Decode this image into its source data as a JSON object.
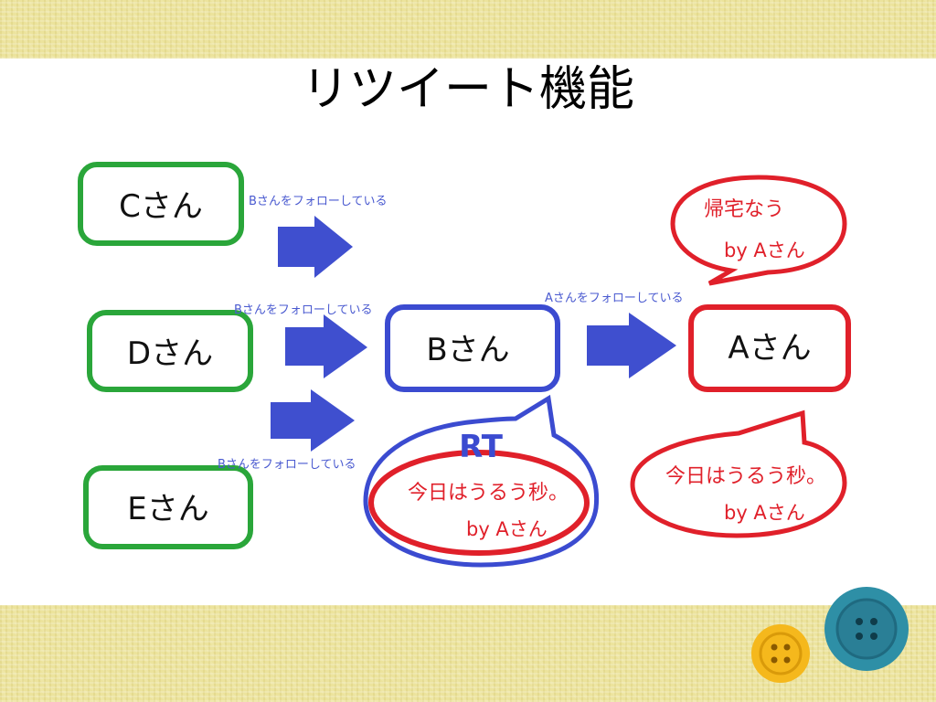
{
  "slide": {
    "title": "リツイート機能"
  },
  "nodes": {
    "c": "Cさん",
    "d": "Dさん",
    "e": "Eさん",
    "b": "Bさん",
    "a": "Aさん"
  },
  "follow_labels": {
    "c_follows_b": "Bさんをフォローしている",
    "d_follows_b": "Bさんをフォローしている",
    "e_follows_b": "Bさんをフォローしている",
    "b_follows_a": "Aさんをフォローしている"
  },
  "tweets": {
    "a_tweet_1": {
      "text": "帰宅なう",
      "by": "by Aさん"
    },
    "a_tweet_2": {
      "text": "今日はうるう秒。",
      "by": "by Aさん"
    },
    "b_retweet": {
      "badge": "RT",
      "text": "今日はうるう秒。",
      "by": "by Aさん"
    }
  },
  "colors": {
    "green": "#2aa63a",
    "blue": "#3b4bd0",
    "red": "#e0202a",
    "arrow": "#3f4fcf",
    "band": "#ece39c"
  },
  "icons": [
    "yellow-button-icon",
    "teal-button-icon"
  ]
}
